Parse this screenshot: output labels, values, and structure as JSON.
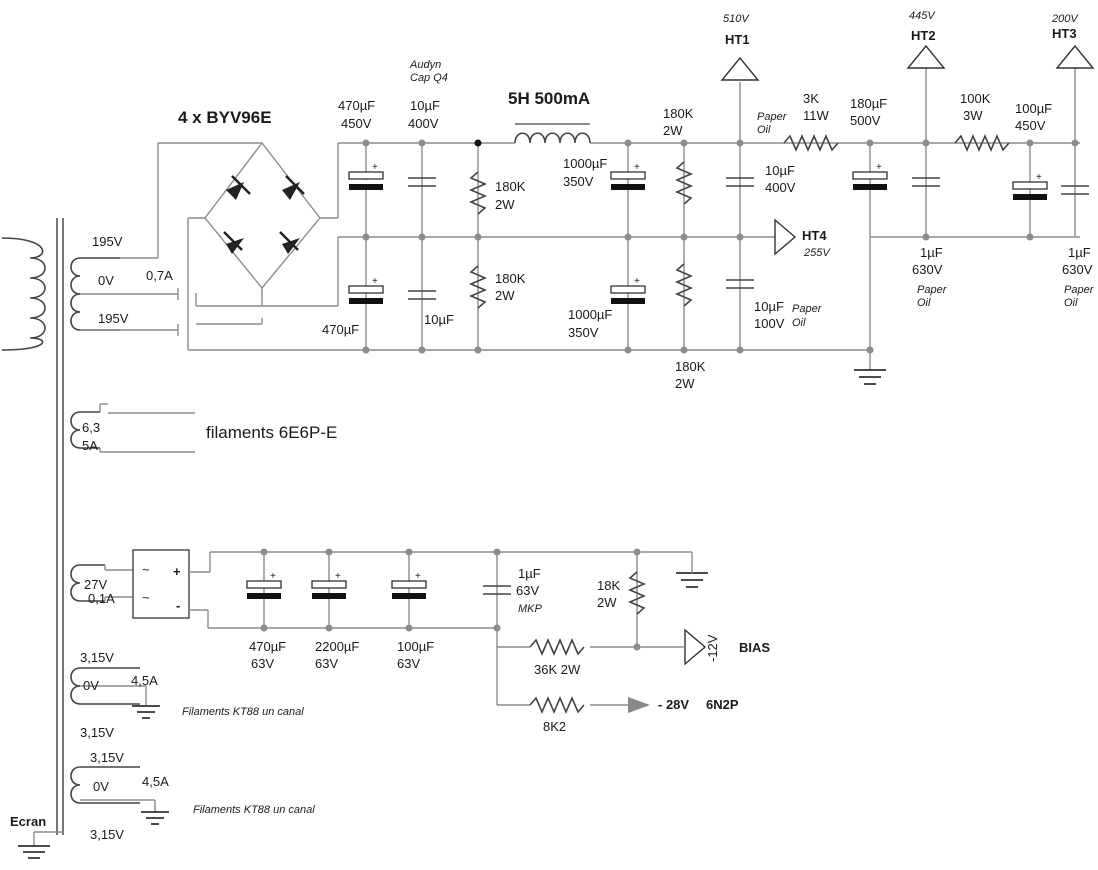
{
  "transformer": {
    "secondary_hv": {
      "top_voltage": "195V",
      "center_tap": "0V",
      "current": "0,7A",
      "bottom_voltage": "195V"
    },
    "fil_6e6p": {
      "voltage": "6,3",
      "current": "5A",
      "label": "filaments 6E6P-E"
    },
    "bias_winding": {
      "voltage": "27V",
      "current": "0,1A"
    },
    "kt88_fil_1": {
      "top": "3,15V",
      "center": "0V",
      "current": "4,5A",
      "bottom": "3,15V",
      "label": "Filaments KT88 un canal"
    },
    "kt88_fil_2": {
      "top": "3,15V",
      "center": "0V",
      "current": "4,5A",
      "bottom": "3,15V",
      "label": "Filaments KT88 un canal"
    },
    "screen": "Ecran"
  },
  "hv_supply": {
    "bridge_label": "4 x BYV96E",
    "cap_470_top": {
      "value": "470µF",
      "rating": "450V"
    },
    "cap_10_top": {
      "value": "10µF",
      "rating": "400V",
      "note_line1": "Audyn",
      "note_line2": "Cap Q4"
    },
    "res_180k_a": {
      "value": "180K",
      "rating": "2W"
    },
    "res_180k_b": {
      "value": "180K",
      "rating": "2W"
    },
    "cap_470_bot": {
      "value": "470µF"
    },
    "cap_10_bot": {
      "value": "10µF"
    },
    "choke": "5H 500mA",
    "cap_1000_top": {
      "value": "1000µF",
      "rating": "350V"
    },
    "cap_1000_bot": {
      "value": "1000µF",
      "rating": "350V"
    },
    "res_180k_c": {
      "value": "180K",
      "rating": "2W"
    },
    "res_180k_d": {
      "value": "180K",
      "rating": "2W"
    },
    "cap_10_paper_top": {
      "value": "10µF",
      "rating": "400V",
      "note_line1": "Paper",
      "note_line2": "Oil"
    },
    "cap_10_paper_bot": {
      "value": "10µF",
      "rating": "100V",
      "note_line1": "Paper",
      "note_line2": "Oil"
    },
    "ht1": {
      "name": "HT1",
      "voltage": "510V"
    },
    "res_3k": {
      "value": "3K",
      "rating": "11W"
    },
    "cap_180": {
      "value": "180µF",
      "rating": "500V"
    },
    "ht2": {
      "name": "HT2",
      "voltage": "445V"
    },
    "cap_1_ht2": {
      "value": "1µF",
      "rating": "630V",
      "note_line1": "Paper",
      "note_line2": "Oil"
    },
    "res_100k": {
      "value": "100K",
      "rating": "3W"
    },
    "cap_100_ht3": {
      "value": "100µF",
      "rating": "450V"
    },
    "ht3": {
      "name": "HT3",
      "voltage": "200V"
    },
    "cap_1_ht3": {
      "value": "1µF",
      "rating": "630V",
      "note_line1": "Paper",
      "note_line2": "Oil"
    },
    "ht4": {
      "name": "HT4",
      "voltage": "255V"
    }
  },
  "bias_supply": {
    "rect_ac1": "~",
    "rect_ac2": "~",
    "rect_plus": "+",
    "rect_minus": "-",
    "cap_470": {
      "value": "470µF",
      "rating": "63V"
    },
    "cap_2200": {
      "value": "2200µF",
      "rating": "63V"
    },
    "cap_100": {
      "value": "100µF",
      "rating": "63V"
    },
    "cap_mkp": {
      "value": "1µF",
      "rating": "63V",
      "note": "MKP"
    },
    "res_18k": {
      "value": "18K",
      "rating": "2W"
    },
    "res_36k": "36K 2W",
    "bias_voltage": "-12V",
    "bias_label": "BIAS",
    "res_8k2": "8K2",
    "out_voltage": "- 28V",
    "out_tube": "6N2P"
  }
}
